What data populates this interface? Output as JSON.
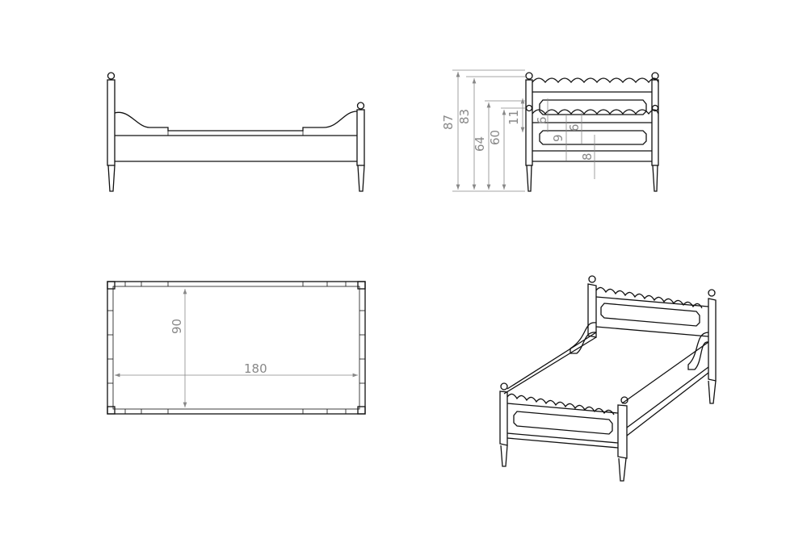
{
  "front_view": {
    "dimensions": {
      "total_height": "87",
      "headboard_height": "83",
      "footboard_total_height": "64",
      "footboard_height": "60",
      "scallop_offset": "11",
      "top_gap": "6",
      "panel_height": "9",
      "panel_gap": "6",
      "bottom_rail": "8"
    }
  },
  "top_view": {
    "dimensions": {
      "width": "90",
      "length": "180"
    }
  }
}
